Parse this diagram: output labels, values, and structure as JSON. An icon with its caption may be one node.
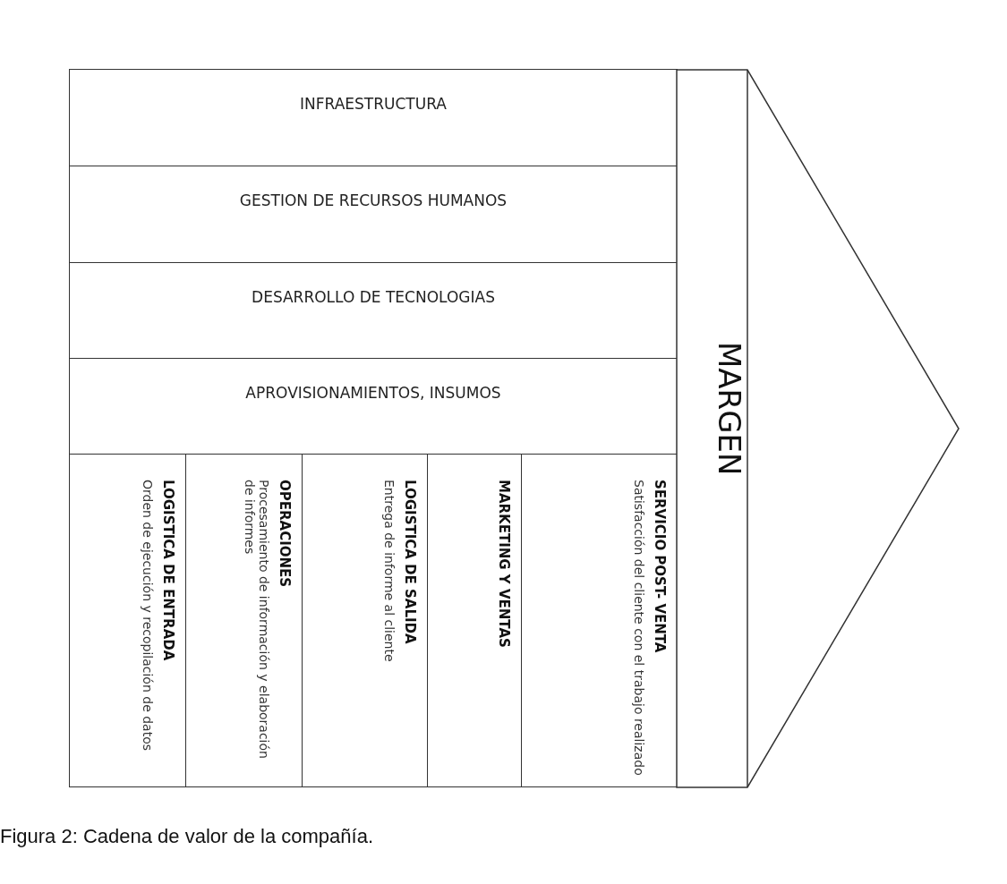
{
  "diagram": {
    "caption": "Figura 2: Cadena de valor de la compañía.",
    "nodes": [
      {
        "text": [
          "INFRAESTRUCTURA"
        ]
      },
      {
        "text": [
          "GESTION DE RECURSOS HUMANOS"
        ]
      },
      {
        "text": [
          "DESARROLLO DE TECNOLOGIAS"
        ]
      },
      {
        "text": [
          "APROVISIONAMIENTOS, INSUMOS"
        ]
      },
      {
        "text": [
          "LOGISTICA DE ENTRADA",
          "Orden de ejecución y recopilación de datos"
        ]
      },
      {
        "text": [
          "OPERACIONES",
          "Procesamiento de información y elaboración de informes"
        ]
      },
      {
        "text": [
          "LOGISTICA DE SALIDA",
          "Entrega de informe al cliente"
        ]
      },
      {
        "text": [
          "MARKETING Y VENTAS"
        ]
      },
      {
        "text": [
          "SERVICIO POST- VENTA",
          "Satisfacción del cliente con el trabajo realizado"
        ]
      },
      {
        "text": [
          "MARGEN"
        ]
      }
    ],
    "edges": []
  }
}
